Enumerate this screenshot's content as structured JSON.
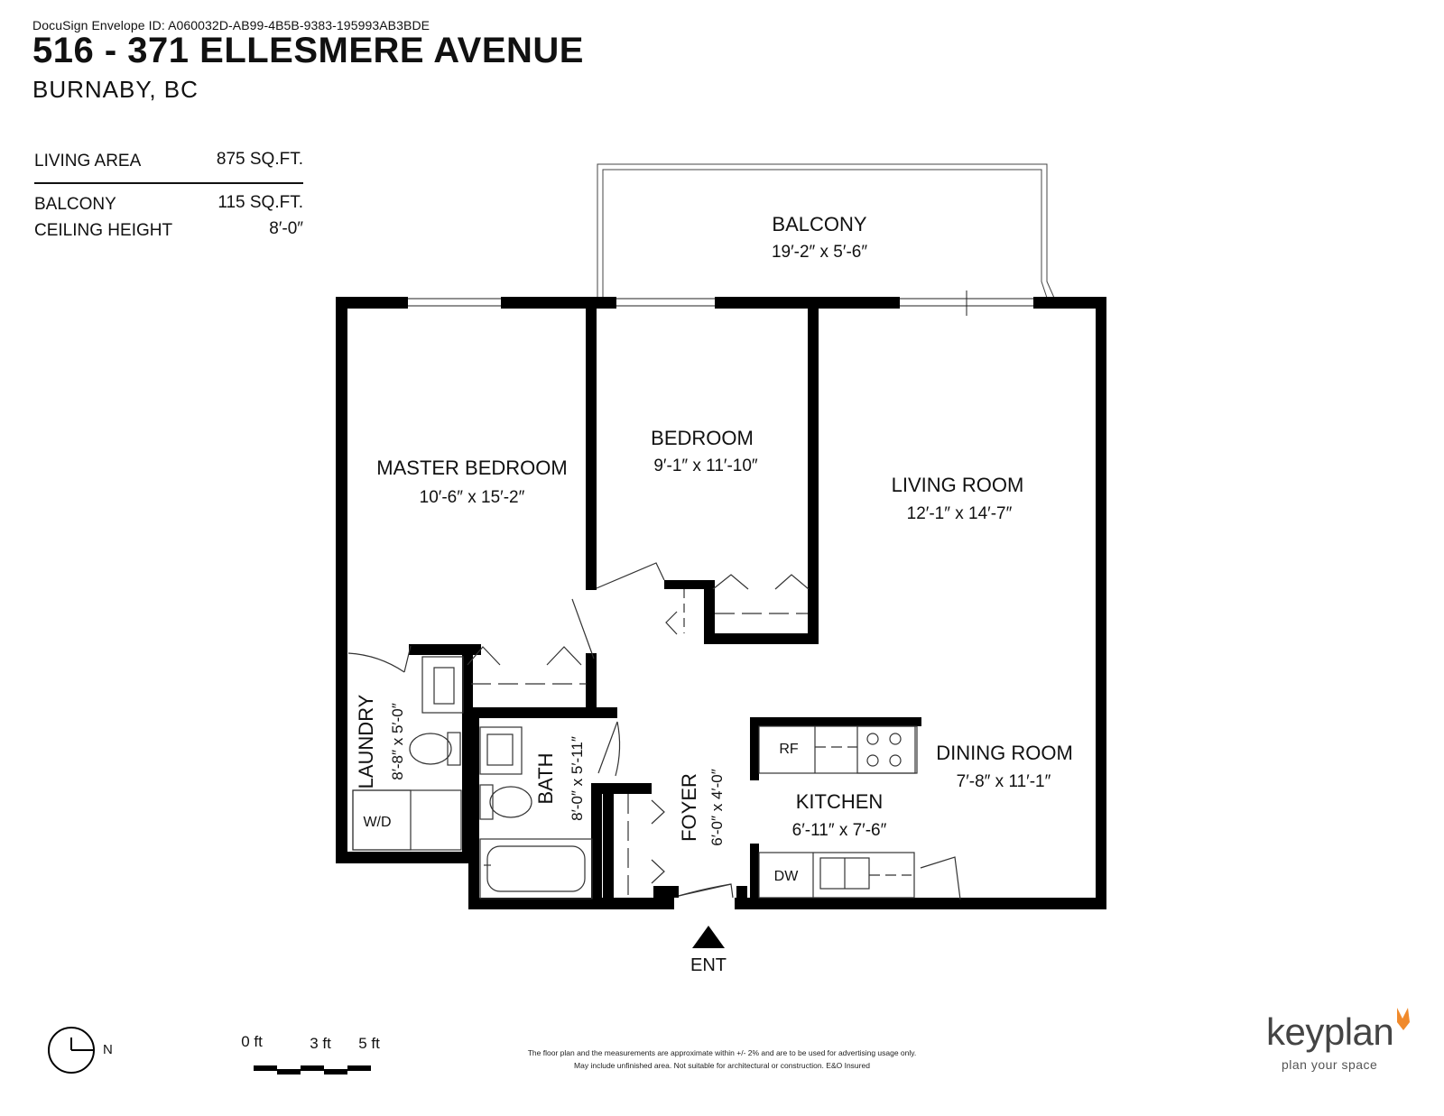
{
  "header": {
    "envelope_id": "DocuSign Envelope ID: A060032D-AB99-4B5B-9383-195993AB3BDE",
    "title": "516 - 371 ELLESMERE AVENUE",
    "subtitle": "BURNABY, BC"
  },
  "specs": {
    "living_area": {
      "label": "LIVING AREA",
      "value": "875 SQ.FT."
    },
    "balcony": {
      "label": "BALCONY",
      "value": "115 SQ.FT."
    },
    "ceiling": {
      "label": "CEILING HEIGHT",
      "value": "8′-0″"
    }
  },
  "rooms": {
    "balcony": {
      "name": "BALCONY",
      "dims": "19′-2″  x  5′-6″"
    },
    "master": {
      "name": "MASTER BEDROOM",
      "dims": "10′-6″  x  15′-2″"
    },
    "bedroom": {
      "name": "BEDROOM",
      "dims": "9′-1″  x  11′-10″"
    },
    "living": {
      "name": "LIVING ROOM",
      "dims": "12′-1″  x  14′-7″"
    },
    "dining": {
      "name": "DINING ROOM",
      "dims": "7′-8″  x  11′-1″"
    },
    "kitchen": {
      "name": "KITCHEN",
      "dims": "6′-11″  x  7′-6″"
    },
    "laundry": {
      "name": "LAUNDRY",
      "dims": "8′-8″ x 5′-0″"
    },
    "bath": {
      "name": "BATH",
      "dims": "8′-0″ x 5′-11″"
    },
    "foyer": {
      "name": "FOYER",
      "dims": "6′-0″  x  4′-0″"
    }
  },
  "fixtures": {
    "rf": "RF",
    "dw": "DW",
    "wd": "W/D"
  },
  "entrance_label": "ENT",
  "compass_label": "N",
  "scale": {
    "labels": [
      "0 ft",
      "3 ft",
      "5 ft"
    ]
  },
  "disclaimer": {
    "line1": "The floor plan and the measurements are approximate within +/- 2% and are to be used for advertising usage only.",
    "line2": "May include unfinished area. Not suitable for architectural or construction. E&O Insured"
  },
  "brand": {
    "name": "keyplan",
    "tagline": "plan your space",
    "accent": "#f08a2c"
  }
}
